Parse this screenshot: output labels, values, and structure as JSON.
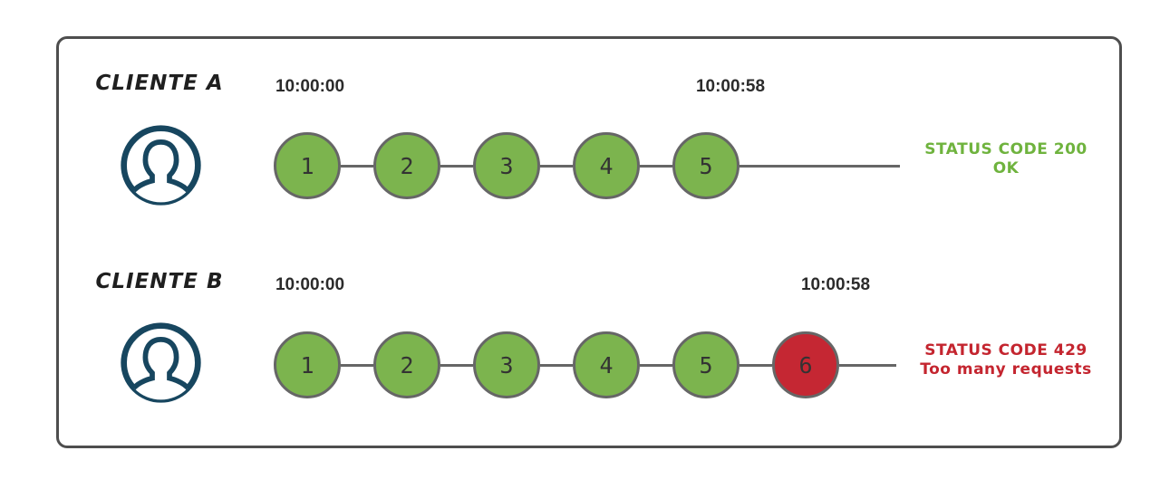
{
  "colors": {
    "green": "#7cb44e",
    "red": "#c52733",
    "node_border": "#666666",
    "line": "#666666",
    "avatar": "#17465f",
    "status_ok": "#6fb33e",
    "status_error": "#c4252f",
    "text_dark": "#2b2b2b",
    "frame_border": "#4e4e4e"
  },
  "rows": [
    {
      "client_label": "CLIENTE A",
      "start_time": "10:00:00",
      "end_time": "10:00:58",
      "nodes": [
        {
          "label": "1",
          "state": "ok"
        },
        {
          "label": "2",
          "state": "ok"
        },
        {
          "label": "3",
          "state": "ok"
        },
        {
          "label": "4",
          "state": "ok"
        },
        {
          "label": "5",
          "state": "ok"
        }
      ],
      "status": {
        "line1": "STATUS CODE 200",
        "line2": "OK",
        "type": "ok"
      }
    },
    {
      "client_label": "CLIENTE B",
      "start_time": "10:00:00",
      "end_time": "10:00:58",
      "nodes": [
        {
          "label": "1",
          "state": "ok"
        },
        {
          "label": "2",
          "state": "ok"
        },
        {
          "label": "3",
          "state": "ok"
        },
        {
          "label": "4",
          "state": "ok"
        },
        {
          "label": "5",
          "state": "ok"
        },
        {
          "label": "6",
          "state": "error"
        }
      ],
      "status": {
        "line1": "STATUS CODE 429",
        "line2": "Too many requests",
        "type": "error"
      }
    }
  ]
}
